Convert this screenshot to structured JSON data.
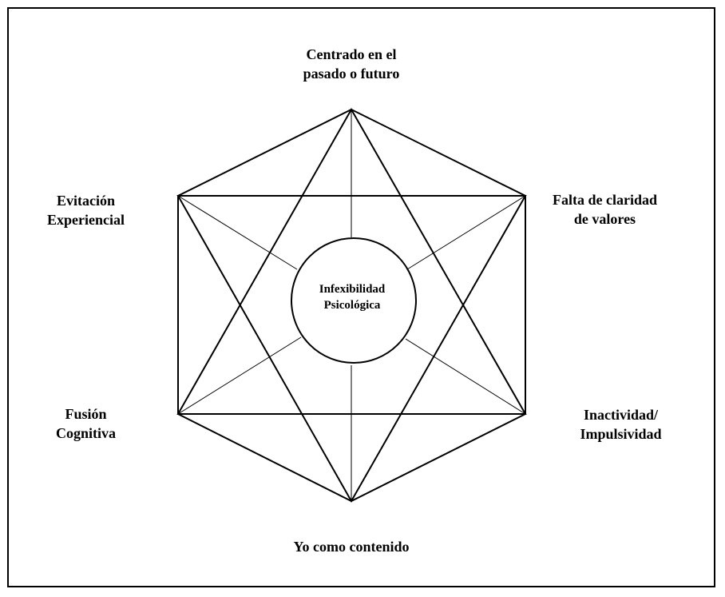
{
  "center": {
    "line1": "Infexibilidad",
    "line2": "Psicológica"
  },
  "nodes": {
    "top": {
      "line1": "Centrado en el",
      "line2": "pasado o futuro"
    },
    "top_right": {
      "line1": "Falta de claridad",
      "line2": "de valores"
    },
    "bottom_right": {
      "line1": "Inactividad/",
      "line2": "Impulsividad"
    },
    "bottom": {
      "line1": "Yo como contenido"
    },
    "bottom_left": {
      "line1": "Fusión",
      "line2": "Cognitiva"
    },
    "top_left": {
      "line1": "Evitación",
      "line2": "Experiencial"
    }
  },
  "colors": {
    "stroke": "#000000",
    "background": "#ffffff"
  }
}
